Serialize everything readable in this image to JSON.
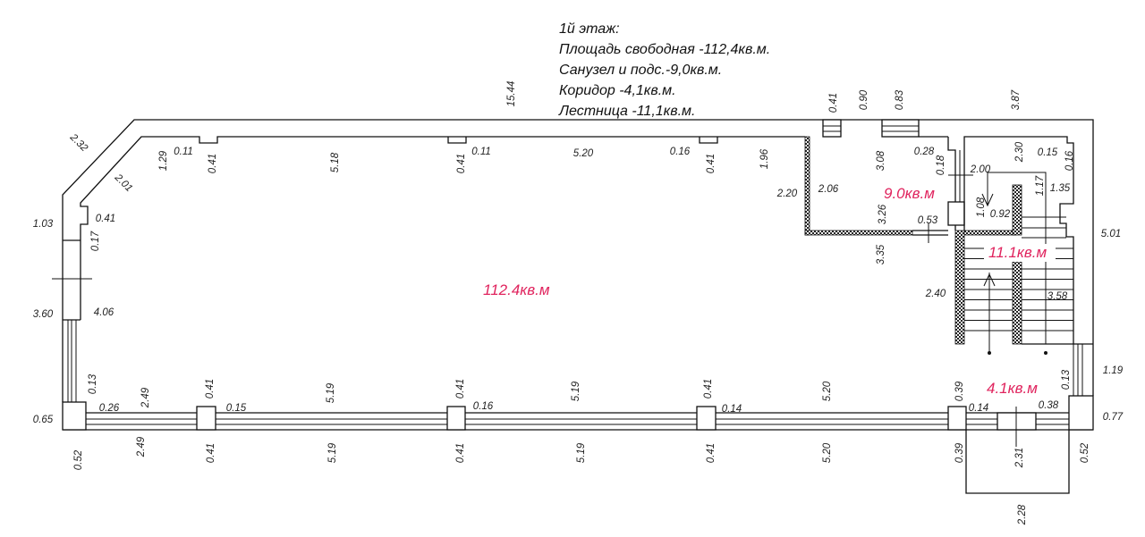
{
  "title": {
    "floor": "1й этаж:",
    "lines": [
      "Площадь свободная -112,4кв.м.",
      "Санузел и подс.-9,0кв.м.",
      "Коридор -4,1кв.м.",
      "Лестница -11,1кв.м."
    ]
  },
  "areas": {
    "main": "112.4кв.м",
    "bathroom": "9.0кв.м",
    "stairs": "11.1кв.м",
    "corridor": "4.1кв.м"
  },
  "colors": {
    "area_label": "#e0245e",
    "walls": "#111111"
  },
  "dims": [
    "15.44",
    "0.41",
    "0.90",
    "0.83",
    "3.87",
    "2.32",
    "2.01",
    "1.29",
    "0.11",
    "0.41",
    "5.18",
    "0.41",
    "0.11",
    "5.20",
    "0.16",
    "0.41",
    "1.96",
    "2.20",
    "2.06",
    "3.08",
    "0.28",
    "0.18",
    "2.00",
    "2.30",
    "0.15",
    "0.16",
    "1.17",
    "1.35",
    "1.08",
    "0.92",
    "3.26",
    "0.53",
    "3.35",
    "2.40",
    "3.58",
    "5.01",
    "1.03",
    "0.41",
    "0.17",
    "3.60",
    "4.06",
    "0.13",
    "0.26",
    "2.49",
    "0.41",
    "0.15",
    "5.19",
    "0.41",
    "0.16",
    "5.19",
    "0.41",
    "0.14",
    "5.20",
    "0.39",
    "0.14",
    "0.13",
    "0.38",
    "1.19",
    "0.77",
    "0.65",
    "0.52",
    "2.49",
    "0.41",
    "5.19",
    "0.41",
    "5.19",
    "0.41",
    "5.20",
    "0.39",
    "2.31",
    "0.52",
    "2.28"
  ]
}
